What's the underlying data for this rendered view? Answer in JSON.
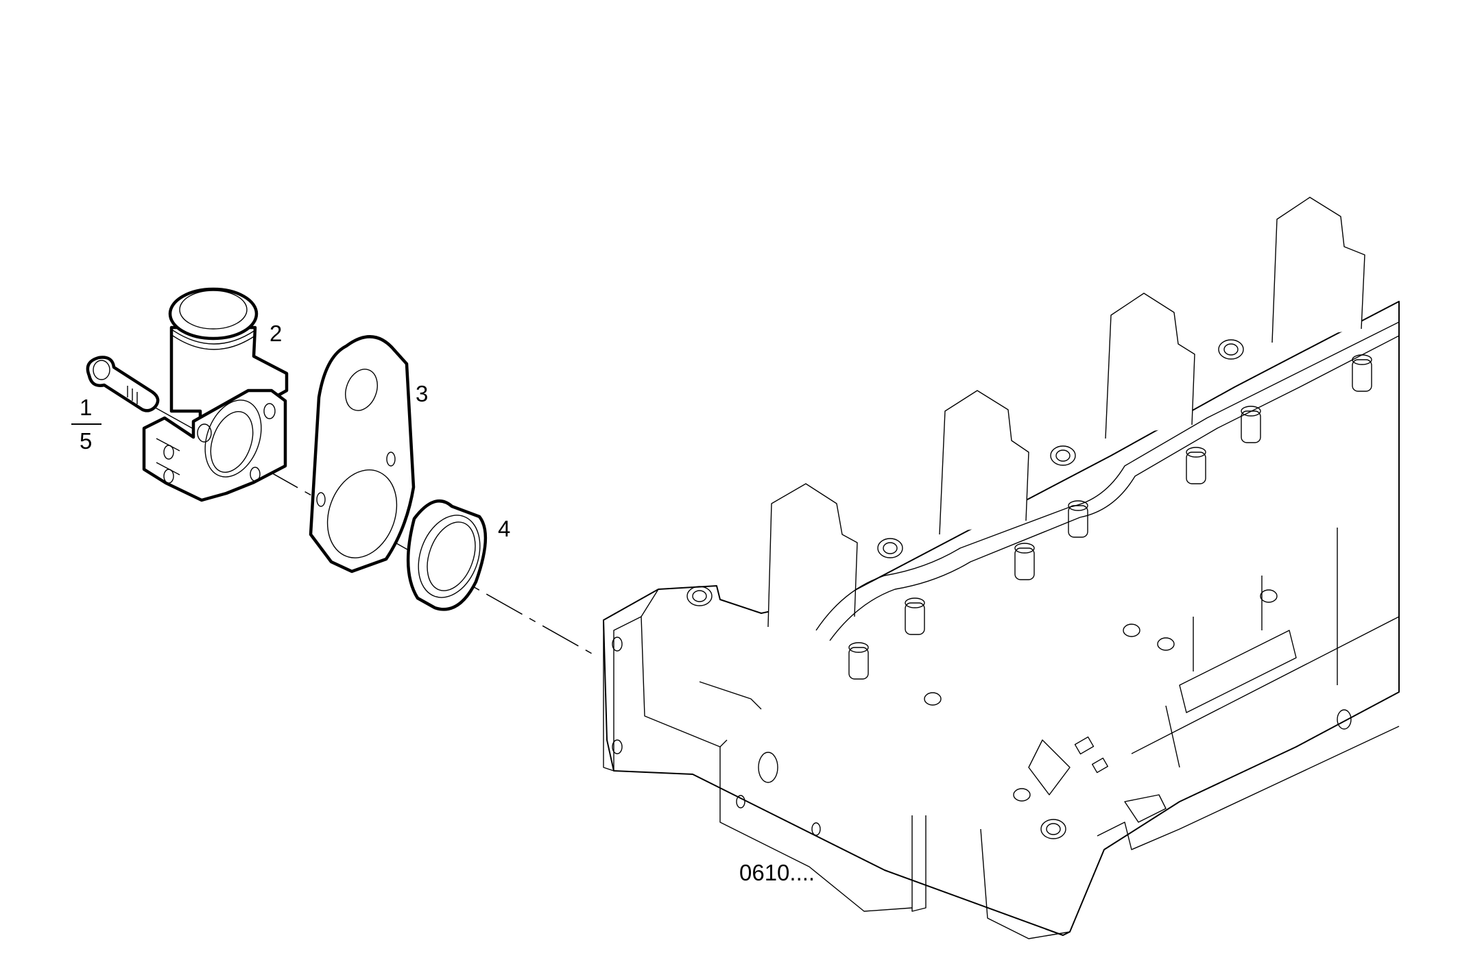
{
  "diagram": {
    "type": "exploded-parts-view",
    "subject": "cylinder head with water outlet assembly",
    "callouts": [
      {
        "id": "1",
        "label": "1",
        "part": "bolt"
      },
      {
        "id": "5",
        "label": "5",
        "part": "bolt (alternate qty ref)"
      },
      {
        "id": "2",
        "label": "2",
        "part": "water outlet fitting"
      },
      {
        "id": "3",
        "label": "3",
        "part": "gasket plate"
      },
      {
        "id": "4",
        "label": "4",
        "part": "sealing ring"
      }
    ],
    "reference_label": "0610....",
    "colors": {
      "line": "#000000",
      "background": "#ffffff"
    }
  }
}
